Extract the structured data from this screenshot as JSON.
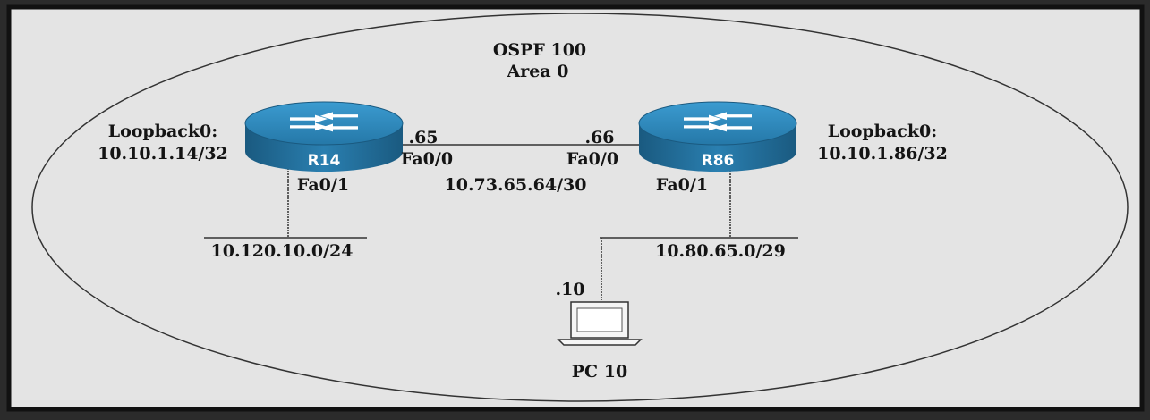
{
  "area": {
    "process_label": "OSPF 100",
    "area_label": "Area 0"
  },
  "routers": {
    "r14": {
      "name": "R14",
      "loopback_label": "Loopback0:",
      "loopback_ip": "10.10.1.14/32",
      "uplink_interface": "Fa0/0",
      "uplink_host": ".65",
      "lan_interface": "Fa0/1"
    },
    "r86": {
      "name": "R86",
      "loopback_label": "Loopback0:",
      "loopback_ip": "10.10.1.86/32",
      "uplink_interface": "Fa0/0",
      "uplink_host": ".66",
      "lan_interface": "Fa0/1"
    }
  },
  "links": {
    "transit_subnet": "10.73.65.64/30",
    "r14_lan_subnet": "10.120.10.0/24",
    "r86_lan_subnet": "10.80.65.0/29"
  },
  "pc": {
    "name": "PC 10",
    "host": ".10"
  },
  "icons": [
    "router-icon",
    "laptop-icon"
  ],
  "colors": {
    "background": "#e4e4e4",
    "frame": "#111111",
    "router_top": "#2d87b8",
    "router_body": "#1f6690"
  }
}
